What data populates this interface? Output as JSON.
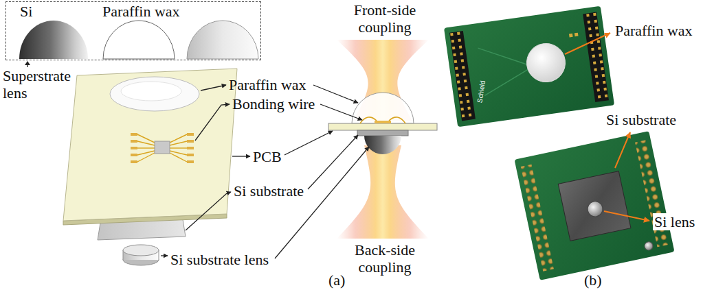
{
  "diagram": {
    "nodes": [
      {
        "text": [
          "Si",
          "Paraffin wax"
        ]
      }
    ],
    "labels": [
      "Superstrate lens",
      "Paraffin wax",
      "Bonding wire",
      "PCB",
      "Si substrate",
      "Si substrate lens",
      "Front-side coupling",
      "Back-side coupling",
      "(a)",
      "Paraffin wax",
      "Schield",
      "Si substrate",
      "Si lens",
      "(b)"
    ]
  }
}
